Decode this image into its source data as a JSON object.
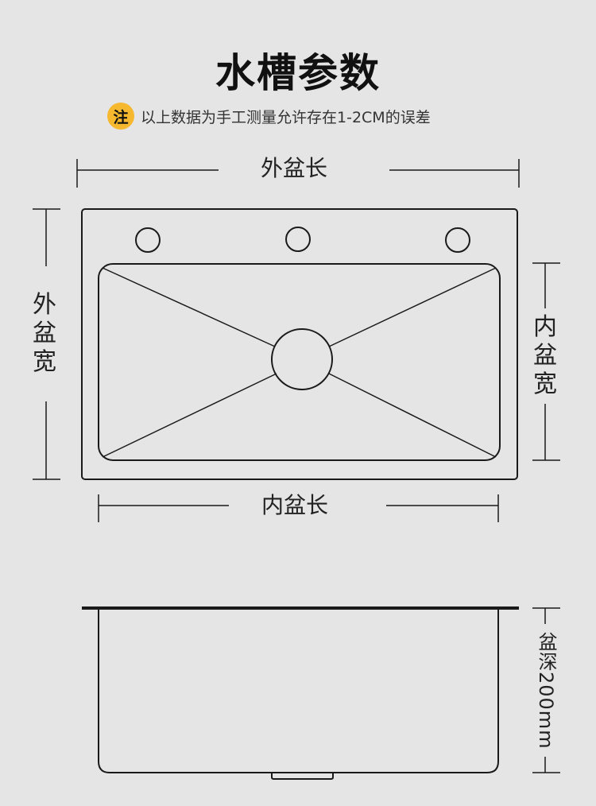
{
  "title": "水槽参数",
  "note": {
    "badge": "注",
    "text": "以上数据为手工测量允许存在1-2CM的误差"
  },
  "labels": {
    "outer_length": "外盆长",
    "outer_width": "外盆宽",
    "inner_width": "内盆宽",
    "inner_length": "内盆长",
    "depth": "盆深200mm"
  },
  "colors": {
    "background": "#e5e5e5",
    "line": "#1a1a1a",
    "badge": "#f5b82e"
  }
}
